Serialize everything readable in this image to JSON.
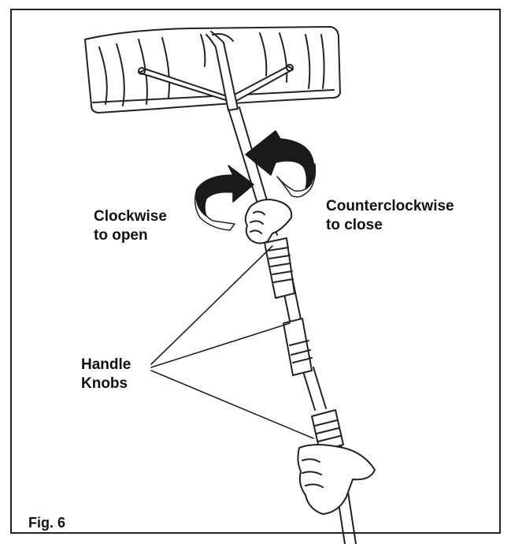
{
  "labels": {
    "clockwise": "Clockwise\nto open",
    "counterclockwise": "Counterclockwise\nto close",
    "handle_knobs": "Handle\nKnobs",
    "figure": "Fig. 6"
  },
  "colors": {
    "ink": "#111111",
    "arrow_fill": "#1a1a1a",
    "background": "#ffffff"
  }
}
